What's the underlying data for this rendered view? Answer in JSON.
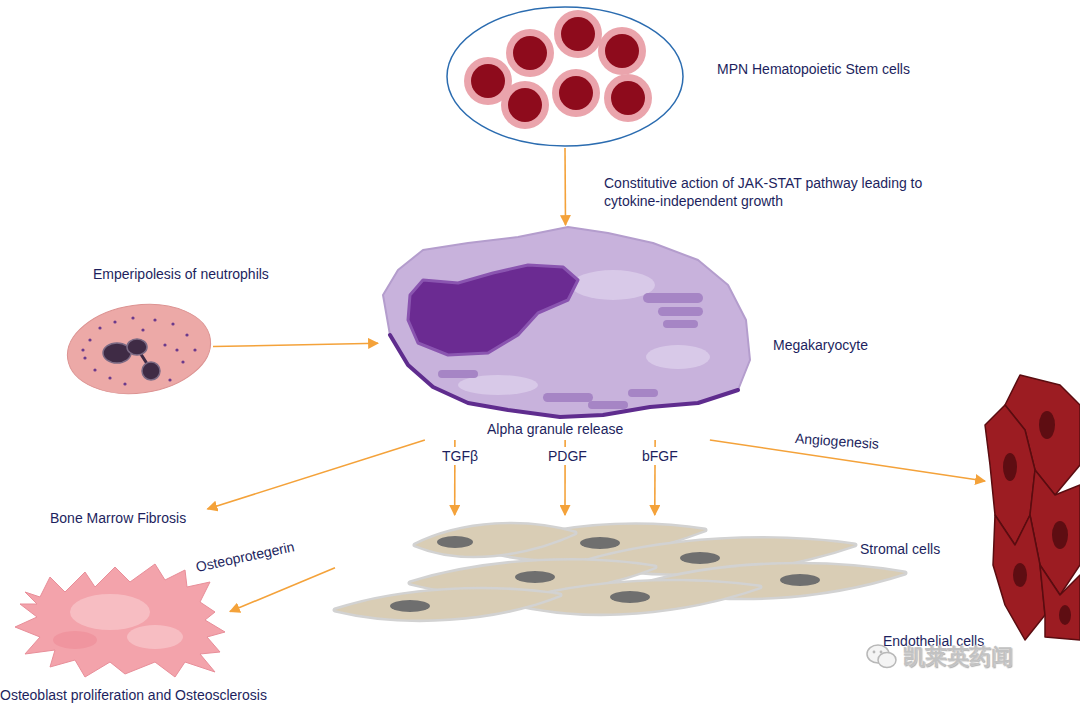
{
  "diagram": {
    "nodes": [
      {
        "text": [
          "MPN Hematopoietic Stem cells"
        ]
      },
      {
        "text": [
          "Emperipolesis of neutrophils"
        ]
      },
      {
        "text": [
          "Megakaryocyte",
          "Alpha granule release"
        ]
      },
      {
        "text": [
          "Bone Marrow Fibrosis"
        ]
      },
      {
        "text": [
          "Stromal cells"
        ]
      },
      {
        "text": [
          "Osteoblast proliferation and Osteosclerosis"
        ]
      },
      {
        "text": [
          "Endothelial cells"
        ]
      }
    ],
    "edges": [
      {
        "from": 0,
        "to": 2,
        "label": "Constitutive action of JAK-STAT pathway leading to cytokine-independent growth",
        "arrow": "to"
      },
      {
        "from": 1,
        "to": 2,
        "arrow": "to"
      },
      {
        "from": 2,
        "to": 3,
        "arrow": "to"
      },
      {
        "from": 2,
        "to": 4,
        "label": "TGFβ",
        "arrow": "to"
      },
      {
        "from": 2,
        "to": 4,
        "label": "PDGF",
        "arrow": "to"
      },
      {
        "from": 2,
        "to": 4,
        "label": "bFGF",
        "arrow": "to"
      },
      {
        "from": 2,
        "to": 6,
        "label": "Angiogenesis",
        "arrow": "to"
      },
      {
        "from": 4,
        "to": 5,
        "label": "Osteoprotegerin",
        "arrow": "to"
      }
    ],
    "labels": [
      "凯莱英药闻"
    ]
  }
}
